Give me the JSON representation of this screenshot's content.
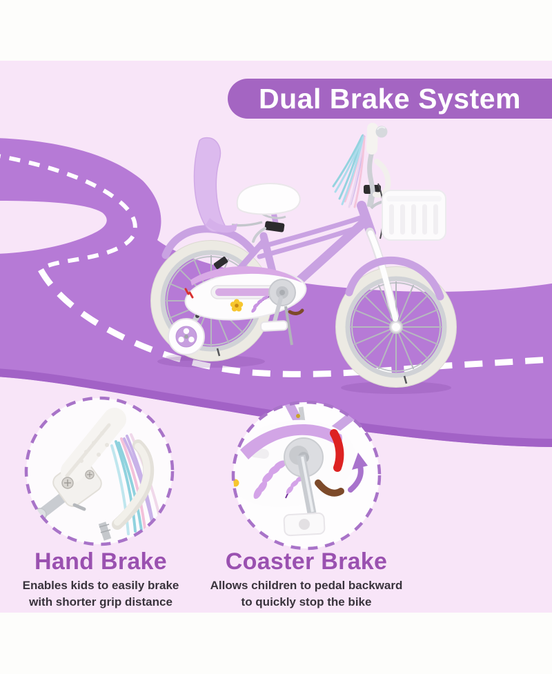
{
  "banner": {
    "title": "Dual Brake System"
  },
  "features": [
    {
      "id": "hand-brake",
      "heading": "Hand Brake",
      "description_line1": "Enables kids to easily brake",
      "description_line2": "with shorter grip distance"
    },
    {
      "id": "coaster-brake",
      "heading": "Coaster Brake",
      "description_line1": "Allows children to pedal backward",
      "description_line2": "to quickly stop the bike"
    }
  ],
  "illustration": {
    "bike": "purple kids bike with training wheels, doll seat, front basket and handlebar streamers",
    "road": "winding purple road with white dashed center line",
    "hand_brake_photo": "close-up of white hand brake lever with streamers",
    "coaster_brake_photo": "close-up of crank, pedal and coaster brake hub",
    "backpedal_arrow_icon": "curved arrow indicating backward pedaling"
  },
  "colors": {
    "background_pink": "#f8e5f8",
    "road_purple": "#b67ad6",
    "road_edge_purple": "#a05fc4",
    "banner_purple": "#a465c2",
    "heading_purple": "#9a51b0",
    "body_text": "#39333c",
    "bike_lilac": "#c9a2e2",
    "dashed_border_purple": "#a873c8"
  }
}
